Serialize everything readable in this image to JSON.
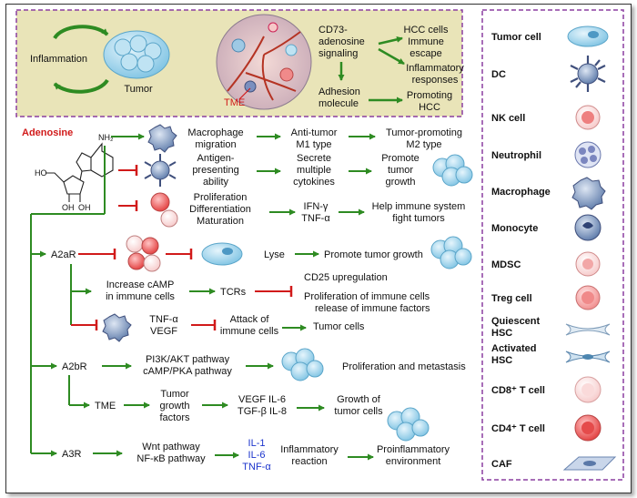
{
  "top_panel": {
    "inflammation": "Inflammation",
    "tumor": "Tumor",
    "tme": "TME",
    "cd73_lines": [
      "CD73-",
      "adenosine",
      "signaling"
    ],
    "adhesion_lines": [
      "Adhesion",
      "molecule"
    ],
    "hcc_escape_lines": [
      "HCC cells",
      "Immune",
      "escape"
    ],
    "inflammatory_lines": [
      "Inflammatory",
      "responses"
    ],
    "promoting_lines": [
      "Promoting",
      "HCC"
    ]
  },
  "main": {
    "adenosine": "Adenosine",
    "nh2": "NH₂",
    "row1": {
      "a": [
        "Macrophage",
        "migration"
      ],
      "b": [
        "Anti-tumor",
        "M1 type"
      ],
      "c": [
        "Tumor-promoting",
        "M2 type"
      ]
    },
    "row2": {
      "a": [
        "Antigen-",
        "presenting",
        "ability"
      ],
      "b": [
        "Secrete",
        "multiple",
        "cytokines"
      ],
      "c": [
        "Promote",
        "tumor",
        "growth"
      ]
    },
    "row3": {
      "a": [
        "Proliferation",
        "Differentiation",
        "Maturation"
      ],
      "b": [
        "IFN-γ",
        "TNF-α"
      ],
      "c": [
        "Help immune system",
        "fight tumors"
      ]
    },
    "a2ar": {
      "label": "A2aR",
      "lyse": "Lyse",
      "promote": "Promote tumor growth"
    },
    "camp": {
      "a": [
        "Increase cAMP",
        "in immune cells"
      ],
      "tcr": "TCRs",
      "cd25": "CD25 upregulation",
      "prolif": [
        "Proliferation of immune cells",
        "release of immune factors"
      ]
    },
    "tnf": {
      "a": [
        "TNF-α",
        "VEGF"
      ],
      "b": [
        "Attack of",
        "immune cells"
      ],
      "c": "Tumor cells"
    },
    "a2br": {
      "label": "A2bR",
      "path": [
        "PI3K/AKT pathway",
        "cAMP/PKA pathway"
      ],
      "result": "Proliferation and metastasis"
    },
    "tme": {
      "label": "TME",
      "factors": [
        "Tumor",
        "growth",
        "factors"
      ],
      "cytokines": [
        "VEGF IL-6",
        "TGF-β IL-8"
      ],
      "growth": [
        "Growth of",
        "tumor cells"
      ]
    },
    "a3r": {
      "label": "A3R",
      "path": [
        "Wnt pathway",
        "NF-κB pathway"
      ],
      "il": [
        "IL-1",
        "IL-6",
        "TNF-α"
      ],
      "reaction": [
        "Inflammatory",
        "reaction"
      ],
      "env": [
        "Proinflammatory",
        "environment"
      ]
    }
  },
  "legend": {
    "items": [
      {
        "label": "Tumor cell",
        "icon": "tumor-cell-icon"
      },
      {
        "label": "DC",
        "icon": "dc-icon"
      },
      {
        "label": "NK cell",
        "icon": "nk-cell-icon"
      },
      {
        "label": "Neutrophil",
        "icon": "neutrophil-icon"
      },
      {
        "label": "Macrophage",
        "icon": "macrophage-icon"
      },
      {
        "label": "Monocyte",
        "icon": "monocyte-icon"
      },
      {
        "label": "MDSC",
        "icon": "mdsc-icon"
      },
      {
        "label": "Treg cell",
        "icon": "treg-cell-icon"
      },
      {
        "label": "Quiescent HSC",
        "icon": "quiescent-hsc-icon"
      },
      {
        "label": "Activated HSC",
        "icon": "activated-hsc-icon"
      },
      {
        "label": "CD8⁺ T cell",
        "icon": "cd8-t-cell-icon"
      },
      {
        "label": "CD4⁺ T cell",
        "icon": "cd4-t-cell-icon"
      },
      {
        "label": "CAF",
        "icon": "caf-icon"
      }
    ]
  },
  "colors": {
    "arrow": "#2e8b22",
    "inhibit": "#d11a1a",
    "top_bg": "#e9e4b8",
    "dash": "#8b3fa0",
    "red_text": "#d11a1a",
    "blue_text": "#1a33cc"
  }
}
